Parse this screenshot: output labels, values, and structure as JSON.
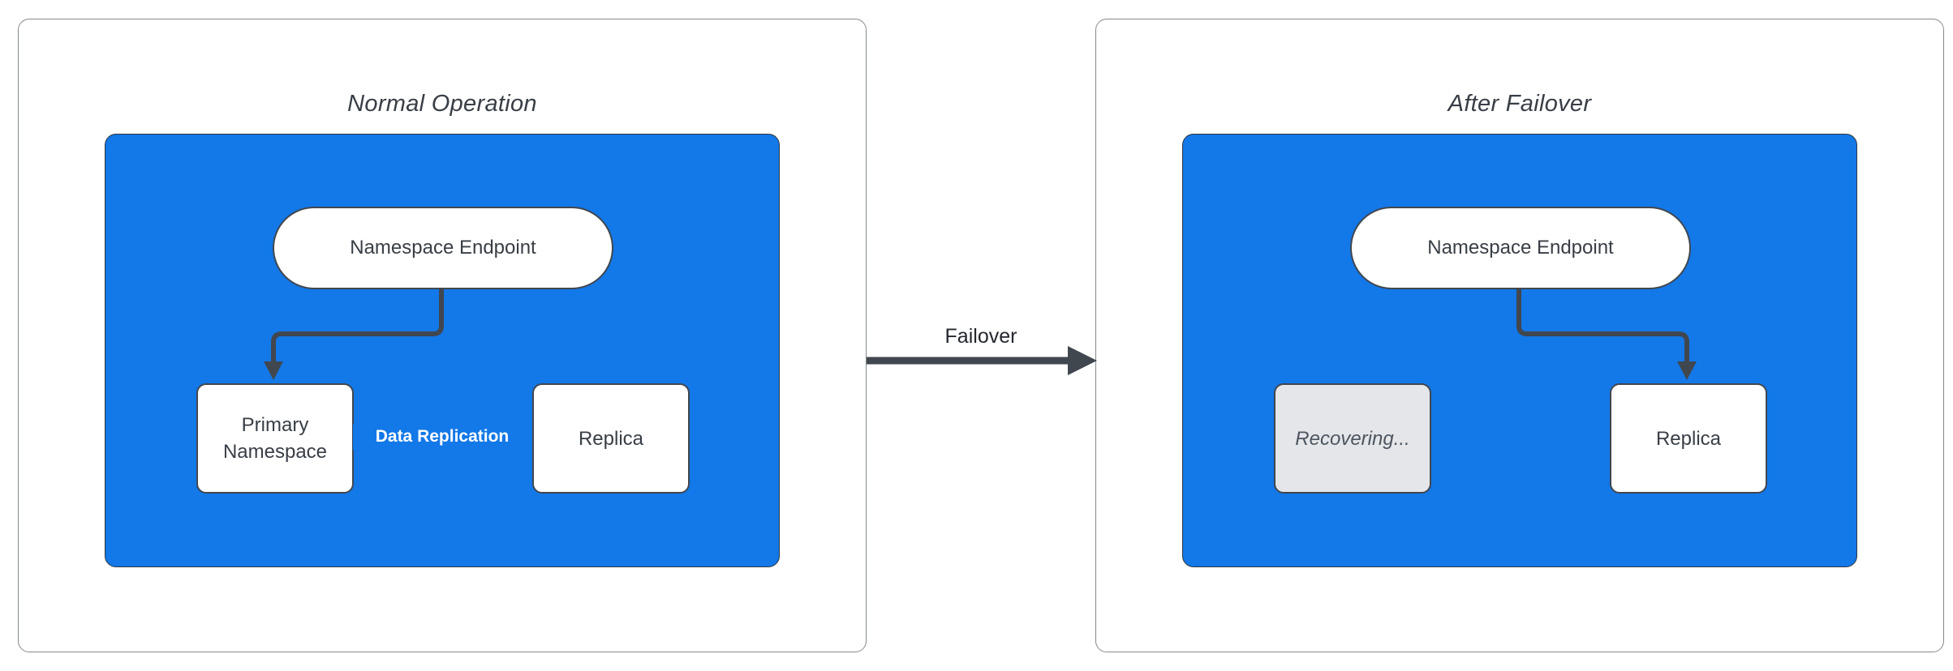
{
  "colors": {
    "container_blue": "#1378E8",
    "stroke_dark": "#41474F",
    "text_dark": "#383E46",
    "panel_border": "#85898F",
    "node_border": "#41474F",
    "recovering_fill": "#E4E6E9",
    "recovering_text": "#4C5560",
    "edge_label_text": "#FFFFFF"
  },
  "panels": [
    {
      "title": "Normal Operation",
      "endpoint_label": "Namespace Endpoint",
      "nodes": {
        "left": "Primary Namespace",
        "right": "Replica"
      },
      "edge_label": "Data Replication"
    },
    {
      "title": "After Failover",
      "endpoint_label": "Namespace Endpoint",
      "nodes": {
        "left": "Recovering...",
        "right": "Replica"
      }
    }
  ],
  "transition": {
    "label": "Failover"
  }
}
